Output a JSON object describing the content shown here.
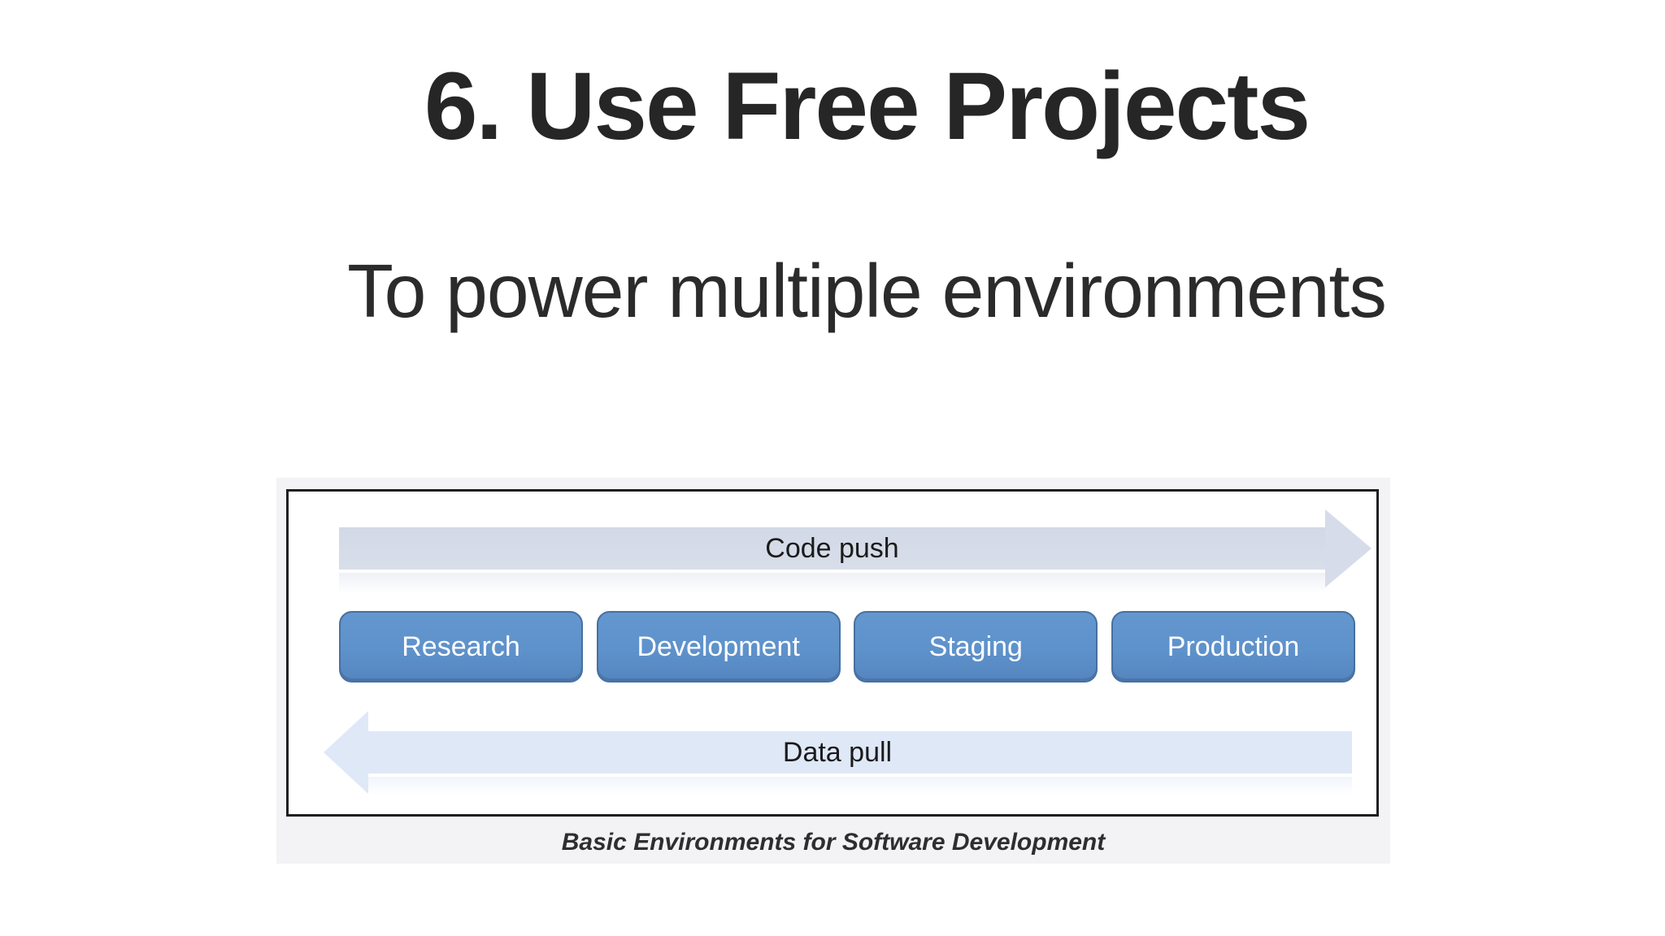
{
  "slide": {
    "title": "6. Use Free Projects",
    "subtitle": "To power multiple environments"
  },
  "diagram": {
    "code_push_label": "Code push",
    "data_pull_label": "Data pull",
    "environments": [
      "Research",
      "Development",
      "Staging",
      "Production"
    ],
    "caption": "Basic Environments for Software Development",
    "colors": {
      "push_arrow": "#d6dce9",
      "pull_arrow": "#dfe8f7",
      "box_fill": "#5e92cb",
      "box_border": "#47719f",
      "frame_border": "#1f1f1f",
      "figure_bg": "#f3f3f5"
    }
  }
}
